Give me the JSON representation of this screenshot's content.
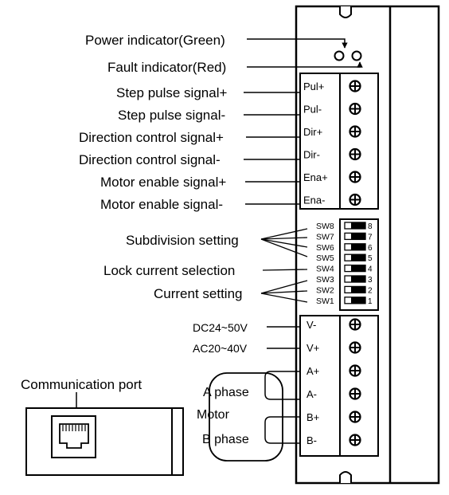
{
  "left_labels": {
    "power_indicator": "Power indicator(Green)",
    "fault_indicator": "Fault indicator(Red)",
    "step_pulse_plus": "Step pulse signal+",
    "step_pulse_minus": "Step pulse signal-",
    "direction_plus": "Direction control signal+",
    "direction_minus": "Direction control signal-",
    "enable_plus": "Motor enable signal+",
    "enable_minus": "Motor enable signal-",
    "subdivision_setting": "Subdivision setting",
    "lock_current_selection": "Lock current selection",
    "current_setting": "Current setting",
    "dc_voltage": "DC24~50V",
    "ac_voltage": "AC20~40V",
    "communication_port": "Communication port",
    "a_phase": "A phase",
    "motor": "Motor",
    "b_phase": "B phase"
  },
  "terminals": {
    "signal": [
      "Pul+",
      "Pul-",
      "Dir+",
      "Dir-",
      "Ena+",
      "Ena-"
    ],
    "power": [
      "V-",
      "V+",
      "A+",
      "A-",
      "B+",
      "B-"
    ]
  },
  "dip_switch": {
    "labels": [
      "SW8",
      "SW7",
      "SW6",
      "SW5",
      "SW4",
      "SW3",
      "SW2",
      "SW1"
    ],
    "numbers": [
      "8",
      "7",
      "6",
      "5",
      "4",
      "3",
      "2",
      "1"
    ]
  }
}
